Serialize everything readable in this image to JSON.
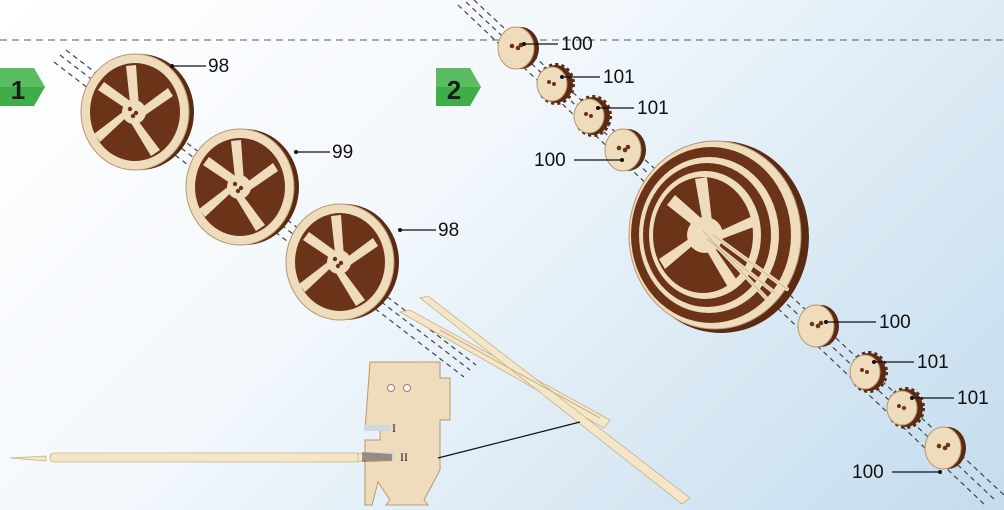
{
  "steps": [
    {
      "number": "1",
      "badge_color": "#3fae49"
    },
    {
      "number": "2",
      "badge_color": "#3fae49"
    }
  ],
  "step1": {
    "callouts": [
      "98",
      "99",
      "98"
    ],
    "tool_marks": [
      "I",
      "II"
    ]
  },
  "step2": {
    "callouts": [
      "100",
      "101",
      "101",
      "100",
      "100",
      "101",
      "101",
      "100"
    ]
  },
  "colors": {
    "wood_light": "#efdcbc",
    "wood_dark": "#6b3418",
    "background": "#e8f1f8"
  }
}
